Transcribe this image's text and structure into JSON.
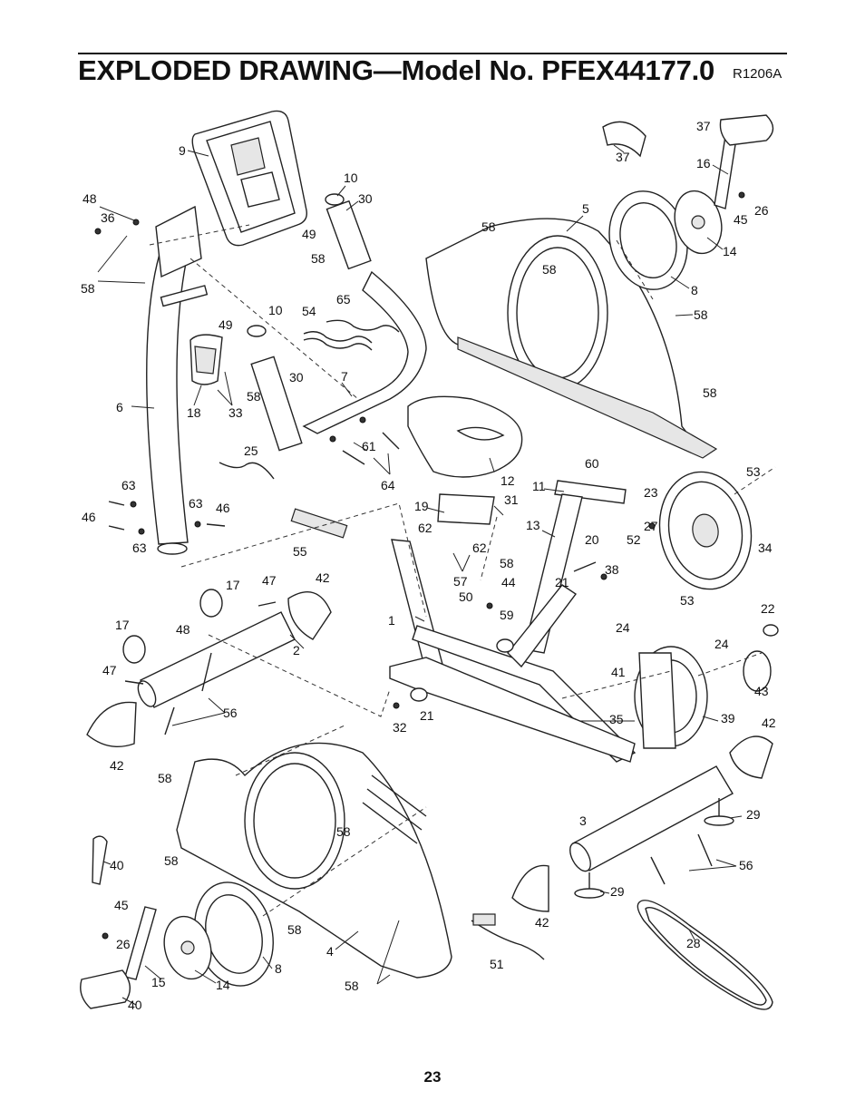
{
  "page": {
    "title": "EXPLODED DRAWING—Model No. PFEX44177.0",
    "drawing_code": "R1206A",
    "page_number": "23"
  },
  "part_labels": [
    {
      "id": "l9",
      "text": "9"
    },
    {
      "id": "l10a",
      "text": "10"
    },
    {
      "id": "l30a",
      "text": "30"
    },
    {
      "id": "l48a",
      "text": "48"
    },
    {
      "id": "l36",
      "text": "36"
    },
    {
      "id": "l49a",
      "text": "49"
    },
    {
      "id": "l58a",
      "text": "58"
    },
    {
      "id": "l58b",
      "text": "58"
    },
    {
      "id": "l58c",
      "text": "58"
    },
    {
      "id": "l58d",
      "text": "58"
    },
    {
      "id": "l5",
      "text": "5"
    },
    {
      "id": "l37a",
      "text": "37"
    },
    {
      "id": "l37b",
      "text": "37"
    },
    {
      "id": "l16",
      "text": "16"
    },
    {
      "id": "l45a",
      "text": "45"
    },
    {
      "id": "l26a",
      "text": "26"
    },
    {
      "id": "l14a",
      "text": "14"
    },
    {
      "id": "l8a",
      "text": "8"
    },
    {
      "id": "l58e",
      "text": "58"
    },
    {
      "id": "l58f",
      "text": "58"
    },
    {
      "id": "l10b",
      "text": "10"
    },
    {
      "id": "l54",
      "text": "54"
    },
    {
      "id": "l65",
      "text": "65"
    },
    {
      "id": "l49b",
      "text": "49"
    },
    {
      "id": "l30b",
      "text": "30"
    },
    {
      "id": "l7",
      "text": "7"
    },
    {
      "id": "l6",
      "text": "6"
    },
    {
      "id": "l18",
      "text": "18"
    },
    {
      "id": "l33",
      "text": "33"
    },
    {
      "id": "l58g",
      "text": "58"
    },
    {
      "id": "l25",
      "text": "25"
    },
    {
      "id": "l61",
      "text": "61"
    },
    {
      "id": "l64",
      "text": "64"
    },
    {
      "id": "l12",
      "text": "12"
    },
    {
      "id": "l60",
      "text": "60"
    },
    {
      "id": "l53a",
      "text": "53"
    },
    {
      "id": "l11",
      "text": "11"
    },
    {
      "id": "l23",
      "text": "23"
    },
    {
      "id": "l63a",
      "text": "63"
    },
    {
      "id": "l46a",
      "text": "46"
    },
    {
      "id": "l63b",
      "text": "63"
    },
    {
      "id": "l46b",
      "text": "46"
    },
    {
      "id": "l63c",
      "text": "63"
    },
    {
      "id": "l19",
      "text": "19"
    },
    {
      "id": "l31",
      "text": "31"
    },
    {
      "id": "l62a",
      "text": "62"
    },
    {
      "id": "l62b",
      "text": "62"
    },
    {
      "id": "l13",
      "text": "13"
    },
    {
      "id": "l27",
      "text": "27"
    },
    {
      "id": "l52",
      "text": "52"
    },
    {
      "id": "l34",
      "text": "34"
    },
    {
      "id": "l55",
      "text": "55"
    },
    {
      "id": "l20",
      "text": "20"
    },
    {
      "id": "l38",
      "text": "38"
    },
    {
      "id": "l57",
      "text": "57"
    },
    {
      "id": "l58h",
      "text": "58"
    },
    {
      "id": "l21a",
      "text": "21"
    },
    {
      "id": "l44",
      "text": "44"
    },
    {
      "id": "l17a",
      "text": "17"
    },
    {
      "id": "l47a",
      "text": "47"
    },
    {
      "id": "l42a",
      "text": "42"
    },
    {
      "id": "l50",
      "text": "50"
    },
    {
      "id": "l53b",
      "text": "53"
    },
    {
      "id": "l22",
      "text": "22"
    },
    {
      "id": "l1",
      "text": "1"
    },
    {
      "id": "l59",
      "text": "59"
    },
    {
      "id": "l24a",
      "text": "24"
    },
    {
      "id": "l24b",
      "text": "24"
    },
    {
      "id": "l17b",
      "text": "17"
    },
    {
      "id": "l48b",
      "text": "48"
    },
    {
      "id": "l2",
      "text": "2"
    },
    {
      "id": "l41",
      "text": "41"
    },
    {
      "id": "l43",
      "text": "43"
    },
    {
      "id": "l47b",
      "text": "47"
    },
    {
      "id": "l56a",
      "text": "56"
    },
    {
      "id": "l32",
      "text": "32"
    },
    {
      "id": "l21b",
      "text": "21"
    },
    {
      "id": "l35",
      "text": "35"
    },
    {
      "id": "l39",
      "text": "39"
    },
    {
      "id": "l42b",
      "text": "42"
    },
    {
      "id": "l42c",
      "text": "42"
    },
    {
      "id": "l58i",
      "text": "58"
    },
    {
      "id": "l58j",
      "text": "58"
    },
    {
      "id": "l3",
      "text": "3"
    },
    {
      "id": "l29a",
      "text": "29"
    },
    {
      "id": "l40a",
      "text": "40"
    },
    {
      "id": "l58k",
      "text": "58"
    },
    {
      "id": "l56b",
      "text": "56"
    },
    {
      "id": "l45b",
      "text": "45"
    },
    {
      "id": "l29b",
      "text": "29"
    },
    {
      "id": "l26b",
      "text": "26"
    },
    {
      "id": "l58l",
      "text": "58"
    },
    {
      "id": "l42d",
      "text": "42"
    },
    {
      "id": "l4",
      "text": "4"
    },
    {
      "id": "l28",
      "text": "28"
    },
    {
      "id": "l15",
      "text": "15"
    },
    {
      "id": "l14b",
      "text": "14"
    },
    {
      "id": "l8b",
      "text": "8"
    },
    {
      "id": "l51",
      "text": "51"
    },
    {
      "id": "l40b",
      "text": "40"
    },
    {
      "id": "l58m",
      "text": "58"
    }
  ]
}
